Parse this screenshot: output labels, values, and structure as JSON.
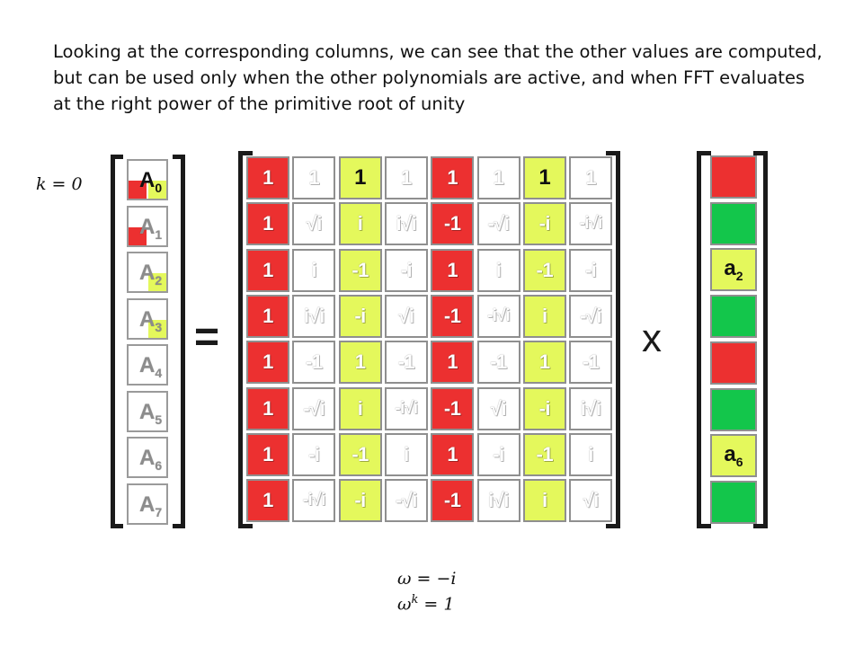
{
  "caption": "Looking at the corresponding columns, we can see that the other values are computed, but can be used only when the other polynomials are active, and when FFT evaluates at the right power of the primitive root of unity",
  "k_expression": "k = 0",
  "omega_expression": "ω = −i",
  "omega_power_expression": "ω^k = 1",
  "operators": {
    "equals": "=",
    "times": "x"
  },
  "colors": {
    "red": "#ec3030",
    "yellow_green": "#e4f85c",
    "green": "#13c64b",
    "white": "#ffffff"
  },
  "a_vector": [
    {
      "letter": "A",
      "sub": "0",
      "swatches": [
        "red",
        "yellow_green"
      ],
      "emphasis": true
    },
    {
      "letter": "A",
      "sub": "1",
      "swatches": [
        "red"
      ],
      "emphasis": false
    },
    {
      "letter": "A",
      "sub": "2",
      "swatches": [
        "yellow_green"
      ],
      "emphasis": false
    },
    {
      "letter": "A",
      "sub": "3",
      "swatches": [
        "yellow_green"
      ],
      "emphasis": false
    },
    {
      "letter": "A",
      "sub": "4",
      "swatches": [],
      "emphasis": false
    },
    {
      "letter": "A",
      "sub": "5",
      "swatches": [],
      "emphasis": false
    },
    {
      "letter": "A",
      "sub": "6",
      "swatches": [],
      "emphasis": false
    },
    {
      "letter": "A",
      "sub": "7",
      "swatches": [],
      "emphasis": false
    }
  ],
  "matrix": {
    "column_colors": [
      "red",
      "white",
      "yellow_green",
      "white",
      "red",
      "white",
      "yellow_green",
      "white"
    ],
    "first_row_black_columns": [
      2,
      6
    ],
    "rows": [
      [
        "1",
        "1",
        "1",
        "1",
        "1",
        "1",
        "1",
        "1"
      ],
      [
        "1",
        "√i",
        "i",
        "i√i",
        "-1",
        "-√i",
        "-i",
        "-i√i"
      ],
      [
        "1",
        "i",
        "-1",
        "-i",
        "1",
        "i",
        "-1",
        "-i"
      ],
      [
        "1",
        "i√i",
        "-i",
        "√i",
        "-1",
        "-i√i",
        "i",
        "-√i"
      ],
      [
        "1",
        "-1",
        "1",
        "-1",
        "1",
        "-1",
        "1",
        "-1"
      ],
      [
        "1",
        "-√i",
        "i",
        "-i√i",
        "-1",
        "√i",
        "-i",
        "i√i"
      ],
      [
        "1",
        "-i",
        "-1",
        "i",
        "1",
        "-i",
        "-1",
        "i"
      ],
      [
        "1",
        "-i√i",
        "-i",
        "-√i",
        "-1",
        "i√i",
        "i",
        "√i"
      ]
    ]
  },
  "coefficient_vector": [
    {
      "color": "red",
      "letter": "",
      "sub": ""
    },
    {
      "color": "green",
      "letter": "",
      "sub": ""
    },
    {
      "color": "yellow_green",
      "letter": "a",
      "sub": "2"
    },
    {
      "color": "green",
      "letter": "",
      "sub": ""
    },
    {
      "color": "red",
      "letter": "",
      "sub": ""
    },
    {
      "color": "green",
      "letter": "",
      "sub": ""
    },
    {
      "color": "yellow_green",
      "letter": "a",
      "sub": "6"
    },
    {
      "color": "green",
      "letter": "",
      "sub": ""
    }
  ]
}
